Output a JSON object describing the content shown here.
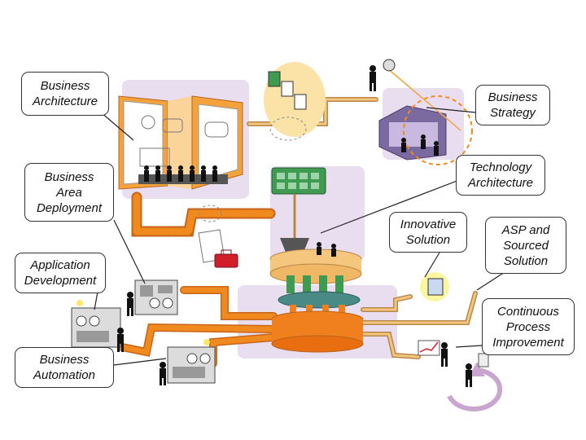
{
  "callouts": {
    "business_architecture": [
      "Business",
      "Architecture"
    ],
    "business_strategy": [
      "Business",
      "Strategy"
    ],
    "technology_architecture": [
      "Technology",
      "Architecture"
    ],
    "business_area_deployment": [
      "Business",
      "Area",
      "Deployment"
    ],
    "innovative_solution": [
      "Innovative",
      "Solution"
    ],
    "asp_sourced_solution": [
      "ASP and",
      "Sourced",
      "Solution"
    ],
    "application_development": [
      "Application",
      "Development"
    ],
    "continuous_process_improvement": [
      "Continuous",
      "Process",
      "Improvement"
    ],
    "business_automation": [
      "Business",
      "Automation"
    ]
  },
  "icons": {
    "people": "person-figure-icon",
    "machine": "control-panel-machine-icon",
    "factory": "factory-machine-icon",
    "documents": "document-icon",
    "toolbox": "toolbox-icon",
    "cycle": "cycle-arrow-icon"
  },
  "colors": {
    "pipe": "#f08a1e",
    "pipe_dark": "#c9651a",
    "panel_purple": "#e8def0",
    "machine_orange": "#f07f1e",
    "machine_tan": "#f5c77e",
    "machine_teal": "#4a8a86",
    "machine_green": "#3f9a52",
    "strategy_purple": "#7b6aa0"
  }
}
